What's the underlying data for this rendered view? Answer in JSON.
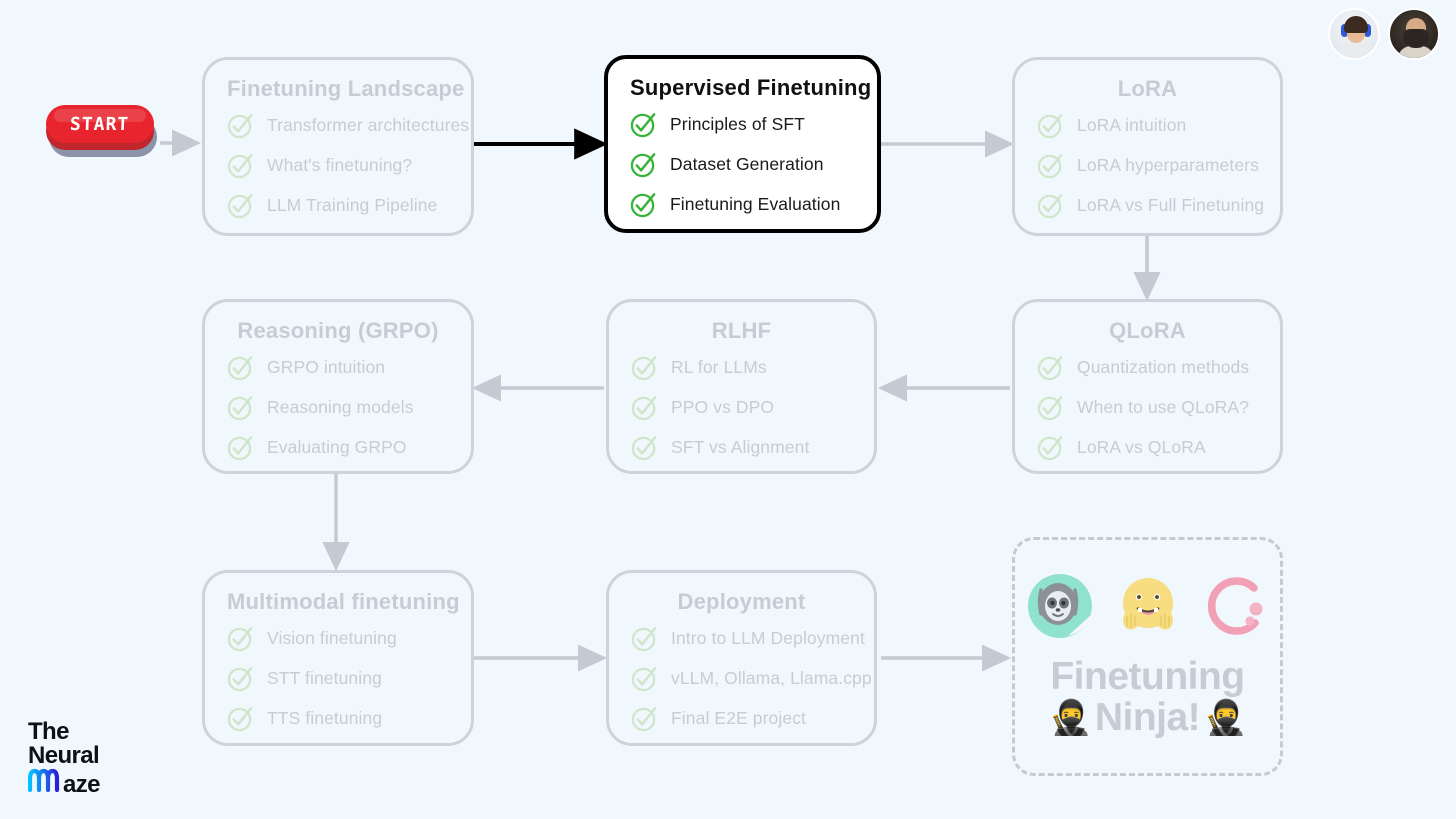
{
  "page": {
    "background_color": "#f1f8fd",
    "muted_color": "#c5ccd3",
    "border_color": "#ccd3da",
    "active_border_color": "#000000",
    "check_green": "#3ab33a",
    "check_muted": "#cfe6cb"
  },
  "start": {
    "label": "START",
    "color": "#e8252f"
  },
  "brand": {
    "line1": "The",
    "line2": "Neural",
    "line3_m": "M",
    "line3_rest": "aze",
    "gradient_from": "#00c2ff",
    "gradient_to": "#2b1fd6"
  },
  "avatars": [
    {
      "name": "avatar-person-1"
    },
    {
      "name": "avatar-person-2"
    }
  ],
  "cards": [
    {
      "id": "finetuning-landscape",
      "title": "Finetuning Landscape",
      "title_align": "left",
      "active": false,
      "items": [
        "Transformer architectures",
        "What's finetuning?",
        "LLM Training Pipeline"
      ]
    },
    {
      "id": "supervised-finetuning",
      "title": "Supervised Finetuning",
      "title_align": "left",
      "active": true,
      "items": [
        "Principles of SFT",
        "Dataset Generation",
        "Finetuning Evaluation"
      ]
    },
    {
      "id": "lora",
      "title": "LoRA",
      "title_align": "center",
      "active": false,
      "items": [
        "LoRA intuition",
        "LoRA hyperparameters",
        "LoRA vs Full Finetuning"
      ]
    },
    {
      "id": "reasoning-grpo",
      "title": "Reasoning (GRPO)",
      "title_align": "center",
      "active": false,
      "items": [
        "GRPO intuition",
        "Reasoning models",
        "Evaluating GRPO"
      ]
    },
    {
      "id": "rlhf",
      "title": "RLHF",
      "title_align": "center",
      "active": false,
      "items": [
        "RL for LLMs",
        "PPO vs DPO",
        "SFT vs Alignment"
      ]
    },
    {
      "id": "qlora",
      "title": "QLoRA",
      "title_align": "center",
      "active": false,
      "items": [
        "Quantization methods",
        "When to use QLoRA?",
        "LoRA vs QLoRA"
      ]
    },
    {
      "id": "multimodal-finetuning",
      "title": "Multimodal finetuning",
      "title_align": "left",
      "active": false,
      "items": [
        "Vision finetuning",
        "STT finetuning",
        "TTS finetuning"
      ]
    },
    {
      "id": "deployment",
      "title": "Deployment",
      "title_align": "center",
      "active": false,
      "items": [
        "Intro to LLM Deployment",
        "vLLM, Ollama, Llama.cpp",
        "Final E2E project"
      ]
    }
  ],
  "final_card": {
    "id": "finetuning-ninja",
    "line1": "Finetuning",
    "line2": "Ninja!",
    "ninja_glyph_left": "🥷",
    "ninja_glyph_right": "🥷",
    "badges": [
      {
        "name": "unsloth-sloth-icon",
        "color": "#7fe0c4"
      },
      {
        "name": "hugging-face-icon",
        "color": "#f7dd80"
      },
      {
        "name": "axolotl-loader-icon",
        "color": "#f2a0b5"
      }
    ]
  },
  "connectors": [
    {
      "from": "start",
      "to": "finetuning-landscape",
      "style": "muted"
    },
    {
      "from": "finetuning-landscape",
      "to": "supervised-finetuning",
      "style": "active"
    },
    {
      "from": "supervised-finetuning",
      "to": "lora",
      "style": "muted"
    },
    {
      "from": "lora",
      "to": "qlora",
      "style": "muted"
    },
    {
      "from": "qlora",
      "to": "rlhf",
      "style": "muted"
    },
    {
      "from": "rlhf",
      "to": "reasoning-grpo",
      "style": "muted"
    },
    {
      "from": "reasoning-grpo",
      "to": "multimodal-finetuning",
      "style": "muted"
    },
    {
      "from": "multimodal-finetuning",
      "to": "deployment",
      "style": "muted"
    },
    {
      "from": "deployment",
      "to": "finetuning-ninja",
      "style": "muted"
    }
  ]
}
